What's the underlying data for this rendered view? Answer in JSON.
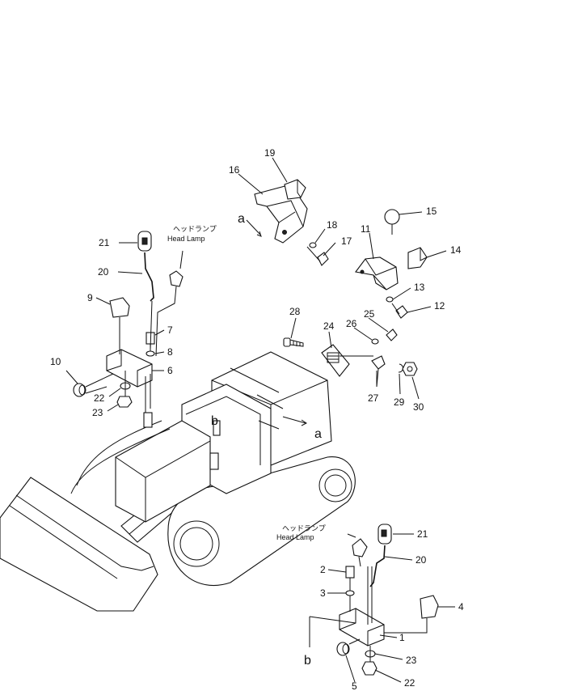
{
  "callouts": {
    "c1": "1",
    "c2": "2",
    "c3": "3",
    "c4": "4",
    "c5": "5",
    "c6": "6",
    "c7": "7",
    "c8": "8",
    "c9": "9",
    "c10": "10",
    "c11": "11",
    "c12": "12",
    "c13": "13",
    "c14": "14",
    "c15": "15",
    "c16": "16",
    "c17": "17",
    "c18": "18",
    "c19": "19",
    "c20a": "20",
    "c20b": "20",
    "c21a": "21",
    "c21b": "21",
    "c22a": "22",
    "c22b": "22",
    "c23a": "23",
    "c23b": "23",
    "c24": "24",
    "c25": "25",
    "c26": "26",
    "c27": "27",
    "c28": "28",
    "c29": "29",
    "c30": "30"
  },
  "view_marks": {
    "a_top": "a",
    "a_body": "a",
    "b_body": "b",
    "b_bottom": "b"
  },
  "labels": {
    "head_lamp_jp": "ヘッドランプ",
    "head_lamp_en": "Head Lamp"
  }
}
